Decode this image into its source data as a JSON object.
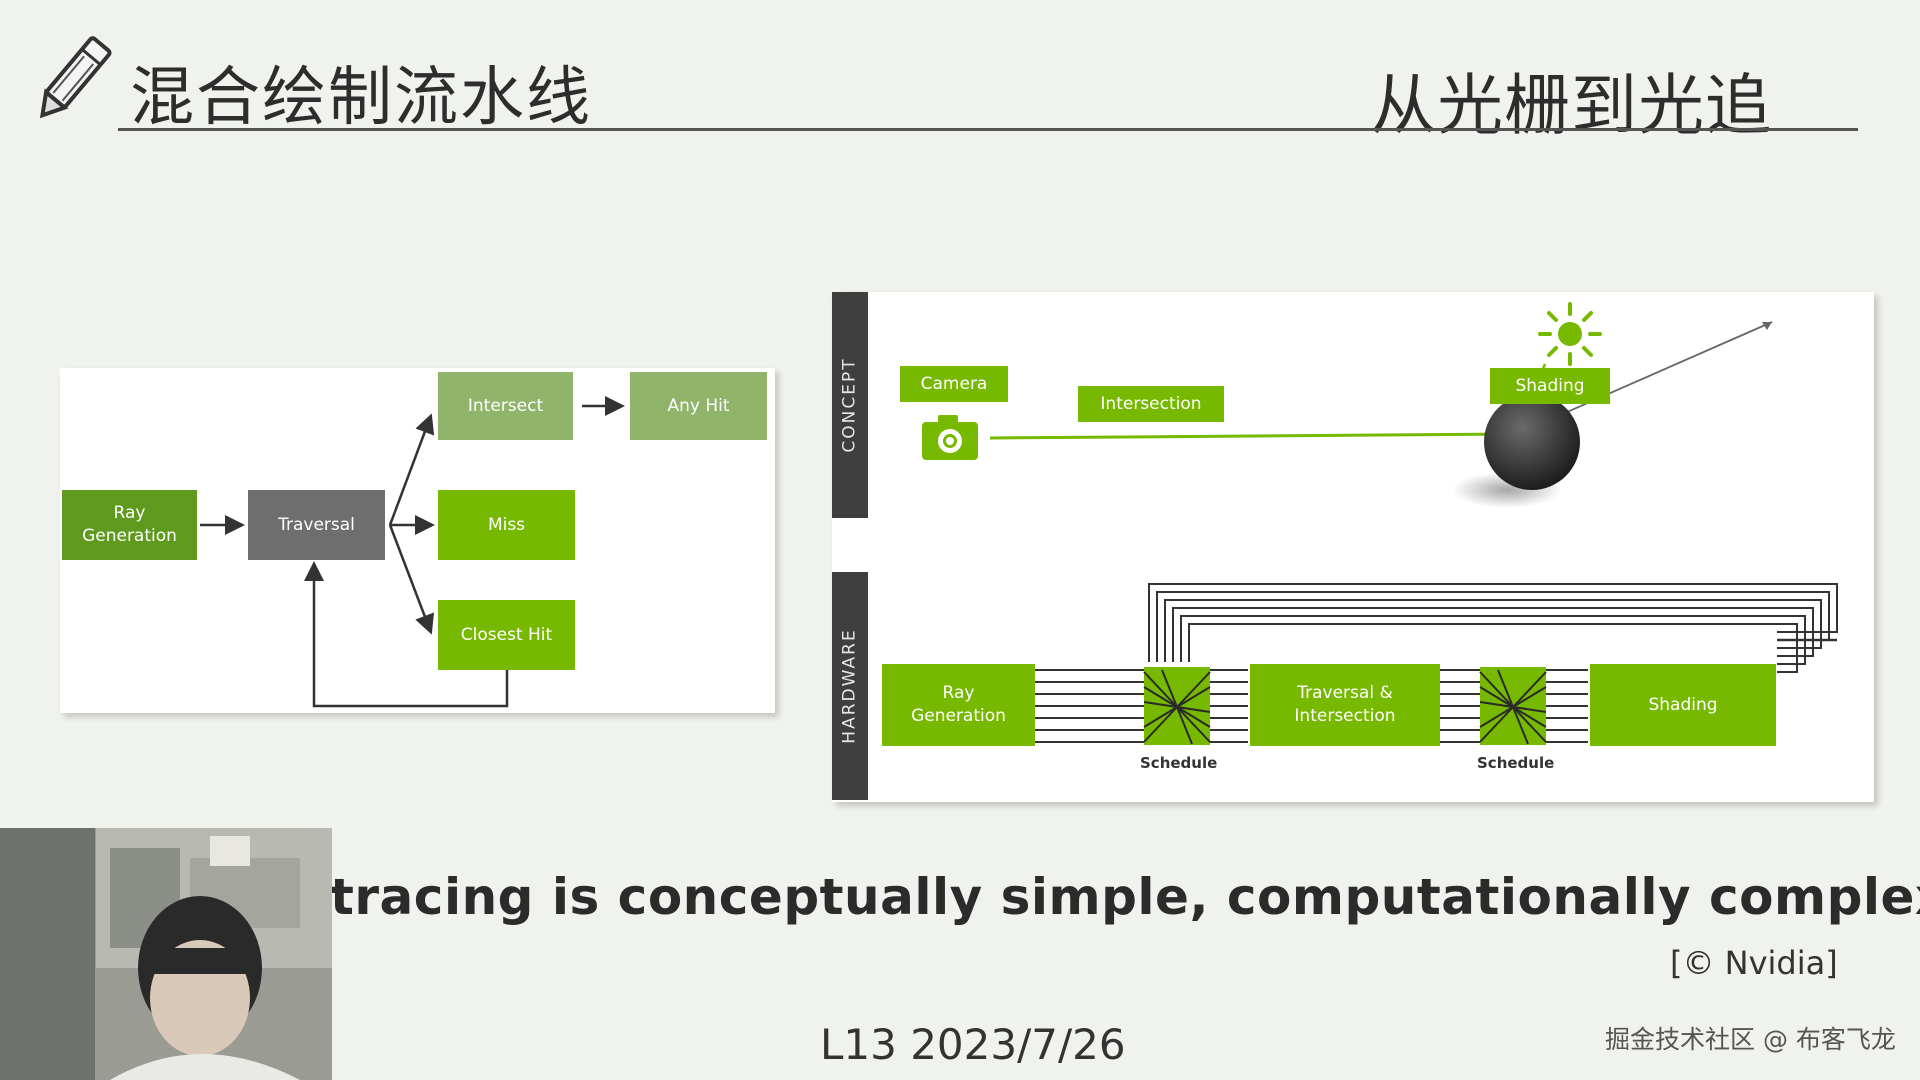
{
  "header": {
    "title_left": "混合绘制流水线",
    "title_right": "从光栅到光追",
    "pencil_icon": "pencil-icon"
  },
  "left_diagram": {
    "ray_generation": "Ray\nGeneration",
    "traversal": "Traversal",
    "intersect": "Intersect",
    "any_hit": "Any Hit",
    "miss": "Miss",
    "closest_hit": "Closest Hit"
  },
  "right_diagram": {
    "concept_label": "CONCEPT",
    "hardware_label": "HARDWARE",
    "camera": "Camera",
    "intersection": "Intersection",
    "shading_concept": "Shading",
    "ray_generation": "Ray\nGeneration",
    "traversal_intersection": "Traversal &\nIntersection",
    "shading_hw": "Shading",
    "schedule_1": "Schedule",
    "schedule_2": "Schedule",
    "icons": [
      "camera-icon",
      "sun-icon",
      "sphere-icon"
    ]
  },
  "quote": "tracing is conceptually simple, computationally complex “",
  "credit": "[© Nvidia]",
  "footer": {
    "date": "L13 2023/7/26",
    "watermark": "掘金技术社区 @ 布客飞龙"
  },
  "colors": {
    "nvidia_green": "#76b900",
    "dark_green": "#5f9a1f",
    "muted_green": "#8fb46a",
    "gray_box": "#6e6e6e",
    "side_bar": "#3f3f3f"
  }
}
